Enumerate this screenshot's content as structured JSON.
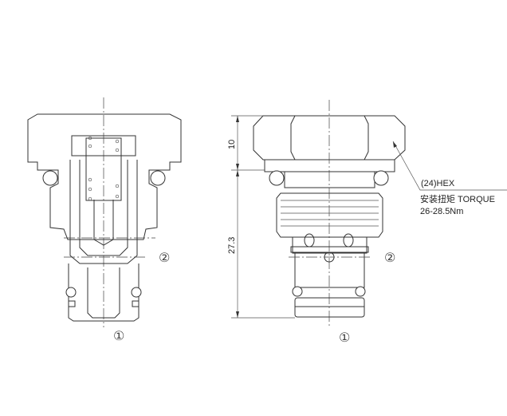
{
  "dimensions": {
    "hex_height": "10",
    "body_length": "27.3"
  },
  "callout": {
    "hex": "(24)HEX",
    "torque_label": "安装扭矩 TORQUE",
    "torque_value": "26-28.5Nm"
  },
  "ports": {
    "port1": "①",
    "port2": "②"
  }
}
